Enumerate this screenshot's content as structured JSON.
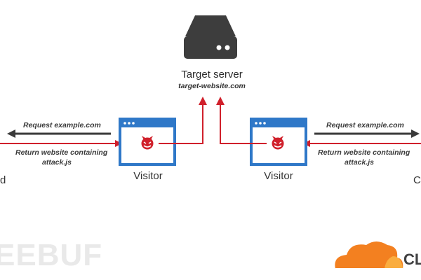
{
  "server": {
    "title": "Target server",
    "subtitle": "target-website.com",
    "icon": "server-icon"
  },
  "left": {
    "request_label": "Request example.com",
    "return_label_line1": "Return website containing",
    "return_label_line2": "attack.js",
    "visitor_label": "Visitor",
    "edge_fragment": "d"
  },
  "right": {
    "request_label": "Request example.com",
    "return_label_line1": "Return website containing",
    "return_label_line2": "attack.js",
    "visitor_label": "Visitor",
    "edge_fragment": "C"
  },
  "watermark": "EEBUF",
  "brand": {
    "text": "CL",
    "logo": "cloud-logo-icon"
  },
  "colors": {
    "browser_blue": "#2f78c8",
    "attack_red": "#d0202b",
    "server_dark": "#3d3d3d",
    "arrow_dark": "#3a3a3a",
    "cloud_orange": "#f38020",
    "cloud_light": "#faad3f"
  }
}
